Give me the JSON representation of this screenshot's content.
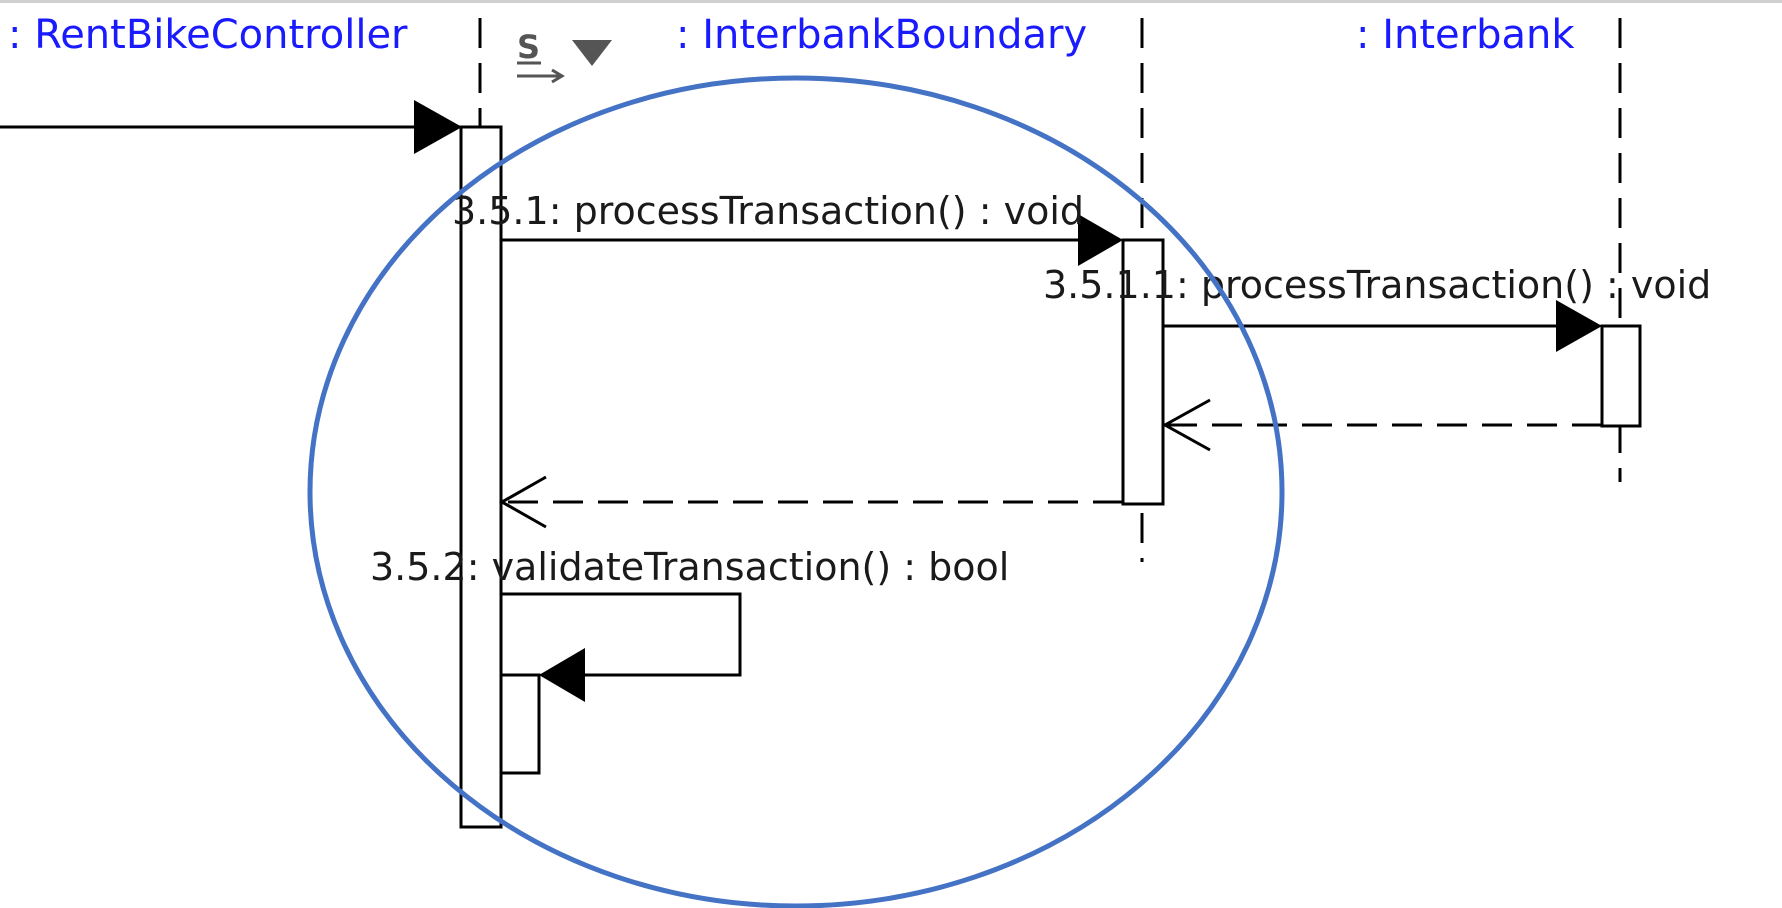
{
  "lifelines": [
    {
      "id": "rent-bike-controller",
      "title": ": RentBikeController"
    },
    {
      "id": "interbank-boundary",
      "title": ": InterbankBoundary"
    },
    {
      "id": "interbank",
      "title": ": Interbank"
    }
  ],
  "toolbar": {
    "glyph": "S",
    "icons": [
      "step-over-icon",
      "dropdown-triangle-icon"
    ]
  },
  "messages": [
    {
      "id": "m-3-5-1",
      "label": "3.5.1: processTransaction() : void",
      "kind": "sync-call"
    },
    {
      "id": "m-3-5-1-1",
      "label": "3.5.1.1: processTransaction() : void",
      "kind": "sync-call"
    },
    {
      "id": "r-3-5-1-1",
      "label": "",
      "kind": "return"
    },
    {
      "id": "r-3-5-1",
      "label": "",
      "kind": "return"
    },
    {
      "id": "m-3-5-2",
      "label": "3.5.2: validateTransaction() : bool",
      "kind": "self-call"
    }
  ],
  "colors": {
    "lifeline_title": "#1a1aff",
    "line": "#000000",
    "highlight_ellipse": "#4472c4",
    "icon": "#555555"
  }
}
